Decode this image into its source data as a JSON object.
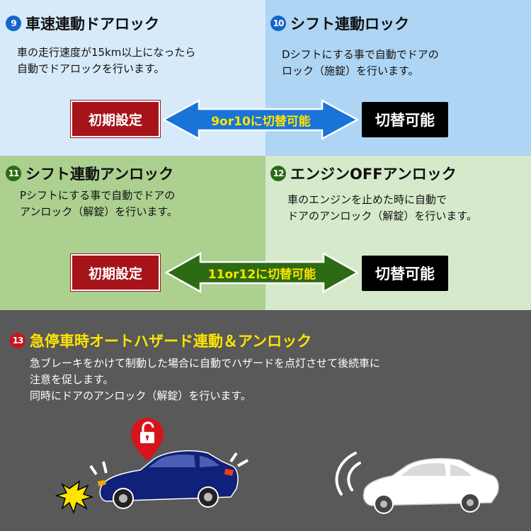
{
  "panel9": {
    "number": "9",
    "title": "車速連動ドアロック",
    "desc": "車の走行速度が15km以上になったら\n自動でドアロックを行います。"
  },
  "panel10": {
    "number": "10",
    "title": "シフト連動ロック",
    "desc": "Dシフトにする事で自動でドアの\nロック（施錠）を行います。"
  },
  "row1": {
    "left_button": "初期設定",
    "arrow_label": "9or10に切替可能",
    "right_button": "切替可能",
    "arrow_color": "#1a73d9",
    "label_color": "#ffe400"
  },
  "panel11": {
    "number": "11",
    "title": "シフト連動アンロック",
    "desc": "Pシフトにする事で自動でドアの\nアンロック（解錠）を行います。"
  },
  "panel12": {
    "number": "12",
    "title": "エンジンOFFアンロック",
    "desc": "車のエンジンを止めた時に自動で\nドアのアンロック（解錠）を行います。"
  },
  "row2": {
    "left_button": "初期設定",
    "arrow_label": "11or12に切替可能",
    "right_button": "切替可能",
    "arrow_color": "#2d6a14",
    "label_color": "#ffe400"
  },
  "panel13": {
    "number": "13",
    "title": "急停車時オートハザード連動＆アンロック",
    "desc": "急ブレーキをかけて制動した場合に自動でハザードを点灯させて後続車に\n注意を促します。\n同時にドアのアンロック（解錠）を行います。"
  },
  "icons": {
    "lock": "unlocked-padlock-icon",
    "hazard": "hazard-flash-icon",
    "sound": "sound-wave-icon"
  }
}
